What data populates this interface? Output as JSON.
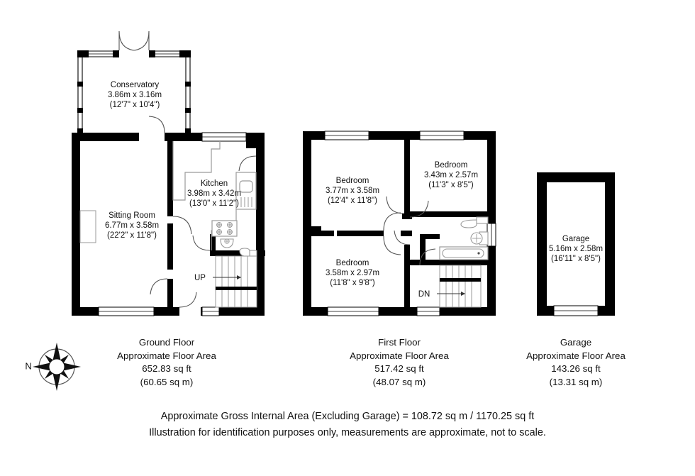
{
  "document": {
    "type": "residential-floor-plan"
  },
  "colors": {
    "wall": "#000000",
    "glazing": "#000000",
    "fixture": "#808080",
    "background": "#ffffff",
    "text": "#111111"
  },
  "compass": {
    "label": "N",
    "icon": "compass-rose-icon"
  },
  "floors": [
    {
      "id": "ground-floor",
      "caption": {
        "name": "Ground Floor",
        "area_heading": "Approximate Floor Area",
        "area_sqft": "652.83 sq ft",
        "area_sqm": "(60.65 sq m)"
      },
      "rooms": [
        {
          "id": "conservatory",
          "name": "Conservatory",
          "dim_metric": "3.86m x 3.16m",
          "dim_imperial": "(12'7\" x 10'4\")"
        },
        {
          "id": "sitting-room",
          "name": "Sitting Room",
          "dim_metric": "6.77m x 3.58m",
          "dim_imperial": "(22'2\" x 11'8\")"
        },
        {
          "id": "kitchen",
          "name": "Kitchen",
          "dim_metric": "3.98m x 3.42m",
          "dim_imperial": "(13'0\" x 11'2\")"
        }
      ],
      "stairs": {
        "label": "UP",
        "direction": "up"
      }
    },
    {
      "id": "first-floor",
      "caption": {
        "name": "First Floor",
        "area_heading": "Approximate Floor Area",
        "area_sqft": "517.42 sq ft",
        "area_sqm": "(48.07 sq m)"
      },
      "rooms": [
        {
          "id": "bedroom-1",
          "name": "Bedroom",
          "dim_metric": "3.77m x 3.58m",
          "dim_imperial": "(12'4\" x 11'8\")"
        },
        {
          "id": "bedroom-2",
          "name": "Bedroom",
          "dim_metric": "3.43m x 2.57m",
          "dim_imperial": "(11'3\" x 8'5\")"
        },
        {
          "id": "bedroom-3",
          "name": "Bedroom",
          "dim_metric": "3.58m x 2.97m",
          "dim_imperial": "(11'8\" x 9'8\")"
        }
      ],
      "stairs": {
        "label": "DN",
        "direction": "down"
      }
    },
    {
      "id": "garage-plan",
      "caption": {
        "name": "Garage",
        "area_heading": "Approximate Floor Area",
        "area_sqft": "143.26 sq ft",
        "area_sqm": "(13.31 sq m)"
      },
      "rooms": [
        {
          "id": "garage",
          "name": "Garage",
          "dim_metric": "5.16m x 2.58m",
          "dim_imperial": "(16'11\" x 8'5\")"
        }
      ]
    }
  ],
  "footer": {
    "line1": "Approximate Gross Internal Area (Excluding Garage) = 108.72 sq m / 1170.25 sq ft",
    "line2": "Illustration for identification purposes only, measurements are approximate, not to scale."
  }
}
